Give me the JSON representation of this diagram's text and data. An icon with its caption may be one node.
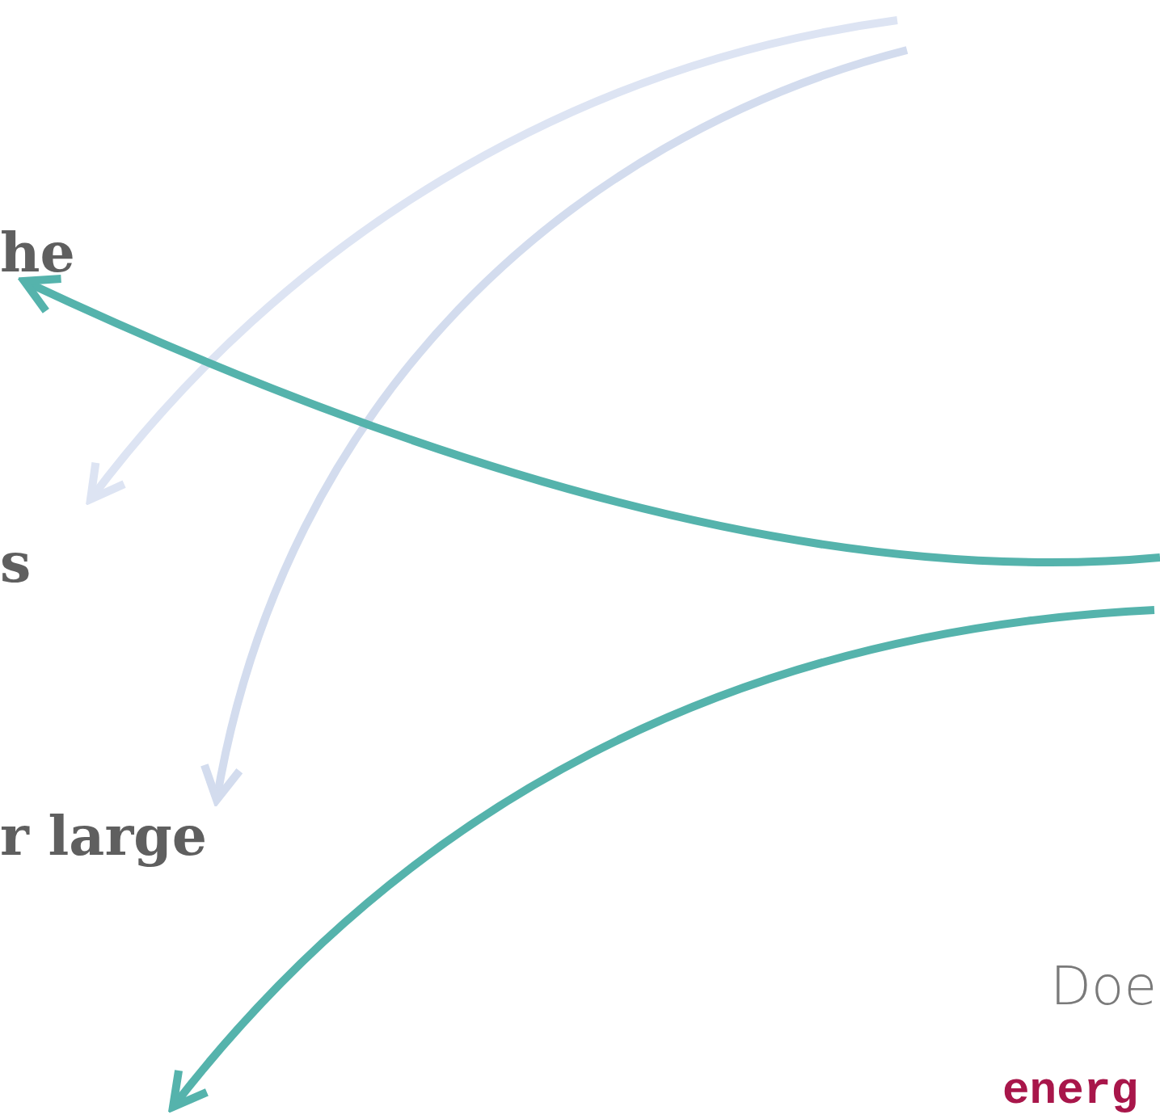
{
  "diagram": {
    "nodes": [
      {
        "text": [
          "he"
        ]
      },
      {
        "text": [
          "s"
        ]
      },
      {
        "text": [
          "r large"
        ]
      },
      {
        "text": [
          "Doe"
        ]
      },
      {
        "text": [
          "energ"
        ]
      }
    ],
    "edges": [
      {
        "from": null,
        "to": 1,
        "arrow": "to",
        "color": "#dde4f3"
      },
      {
        "from": null,
        "to": 2,
        "arrow": "to",
        "color": "#d3dcee"
      },
      {
        "from": null,
        "to": 0,
        "arrow": "to",
        "color": "#55b3ac"
      }
    ]
  }
}
